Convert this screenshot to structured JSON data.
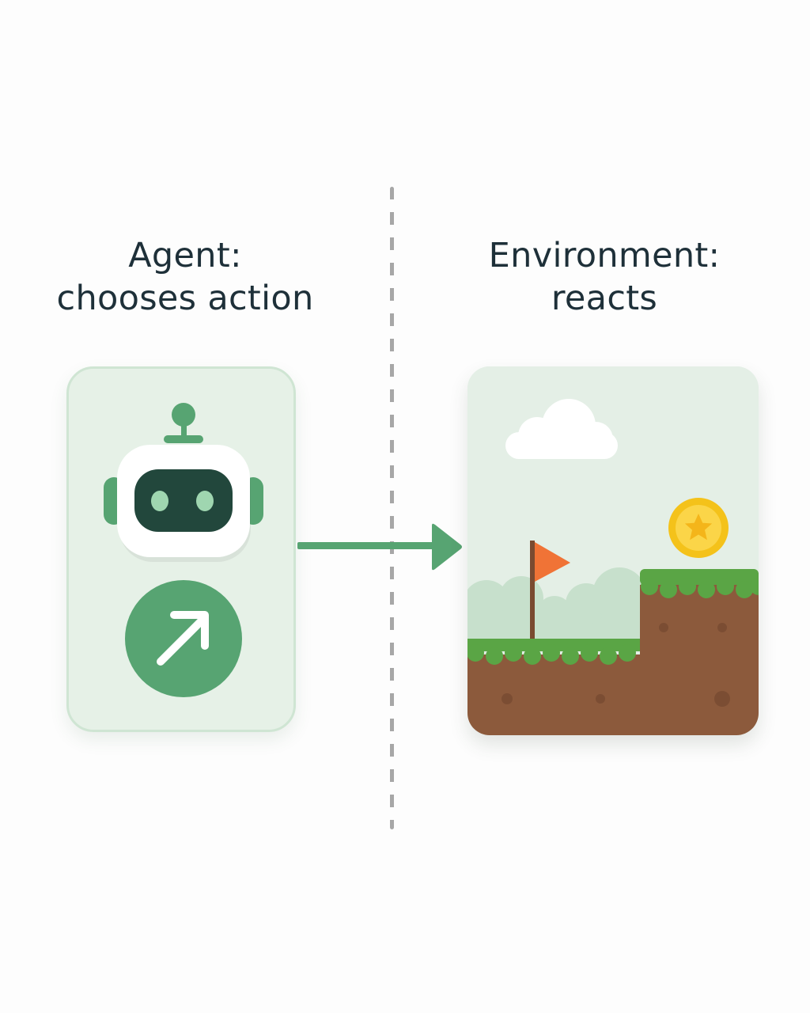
{
  "agent": {
    "heading_line1": "Agent:",
    "heading_line2": "chooses action",
    "panel_icons": [
      "robot-icon",
      "arrow-up-right-icon"
    ]
  },
  "environment": {
    "heading_line1": "Environment:",
    "heading_line2": "reacts",
    "scene_elements": [
      "cloud-icon",
      "bushes",
      "flag-icon",
      "grass-ground",
      "raised-platform",
      "star-coin-icon"
    ]
  },
  "connector": {
    "icon": "right-arrow-icon"
  },
  "colors": {
    "accent_green": "#57a472",
    "panel_bg": "#e6f1e7",
    "panel_border": "#cfe5d3",
    "robot_visor": "#22473c",
    "robot_eyes": "#9fd6b0",
    "flag_orange": "#f07336",
    "coin_gold": "#f4c21a",
    "grass": "#5aa545",
    "dirt": "#8c5a3c",
    "text_dark": "#1e3039"
  }
}
